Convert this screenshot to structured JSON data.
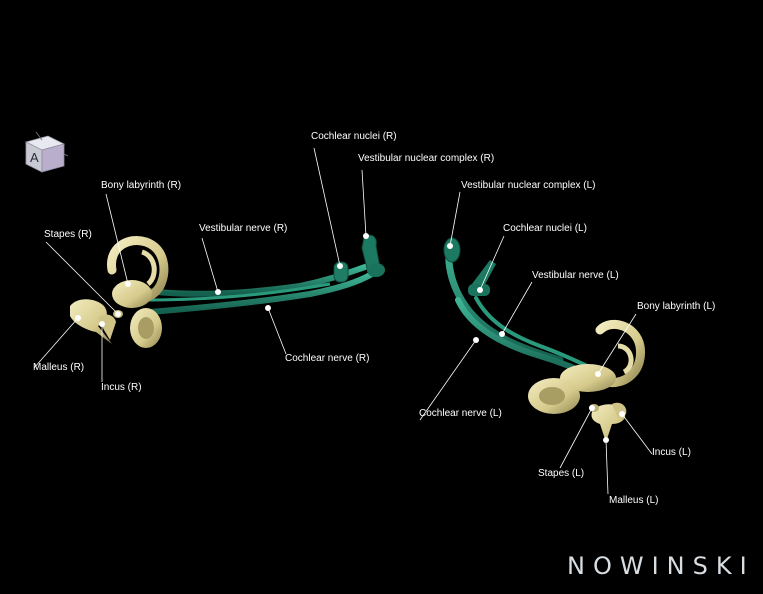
{
  "labels": {
    "cochlear_nuclei_r": "Cochlear nuclei (R)",
    "vestibular_nuclear_complex_r": "Vestibular nuclear complex (R)",
    "bony_labyrinth_r": "Bony labyrinth (R)",
    "vestibular_nerve_r": "Vestibular nerve (R)",
    "stapes_r": "Stapes (R)",
    "malleus_r": "Malleus (R)",
    "incus_r": "Incus (R)",
    "cochlear_nerve_r": "Cochlear nerve (R)",
    "vestibular_nuclear_complex_l": "Vestibular nuclear complex (L)",
    "cochlear_nuclei_l": "Cochlear nuclei (L)",
    "vestibular_nerve_l": "Vestibular nerve (L)",
    "bony_labyrinth_l": "Bony labyrinth (L)",
    "cochlear_nerve_l": "Cochlear nerve (L)",
    "incus_l": "Incus (L)",
    "stapes_l": "Stapes (L)",
    "malleus_l": "Malleus (L)"
  },
  "orientation_cube": {
    "face_letter": "A"
  },
  "brand": {
    "text": "NOWINSKI"
  },
  "colors": {
    "background": "#000000",
    "nerve": "#1f8a70",
    "bone": "#d9cf94",
    "leader": "#ffffff"
  }
}
